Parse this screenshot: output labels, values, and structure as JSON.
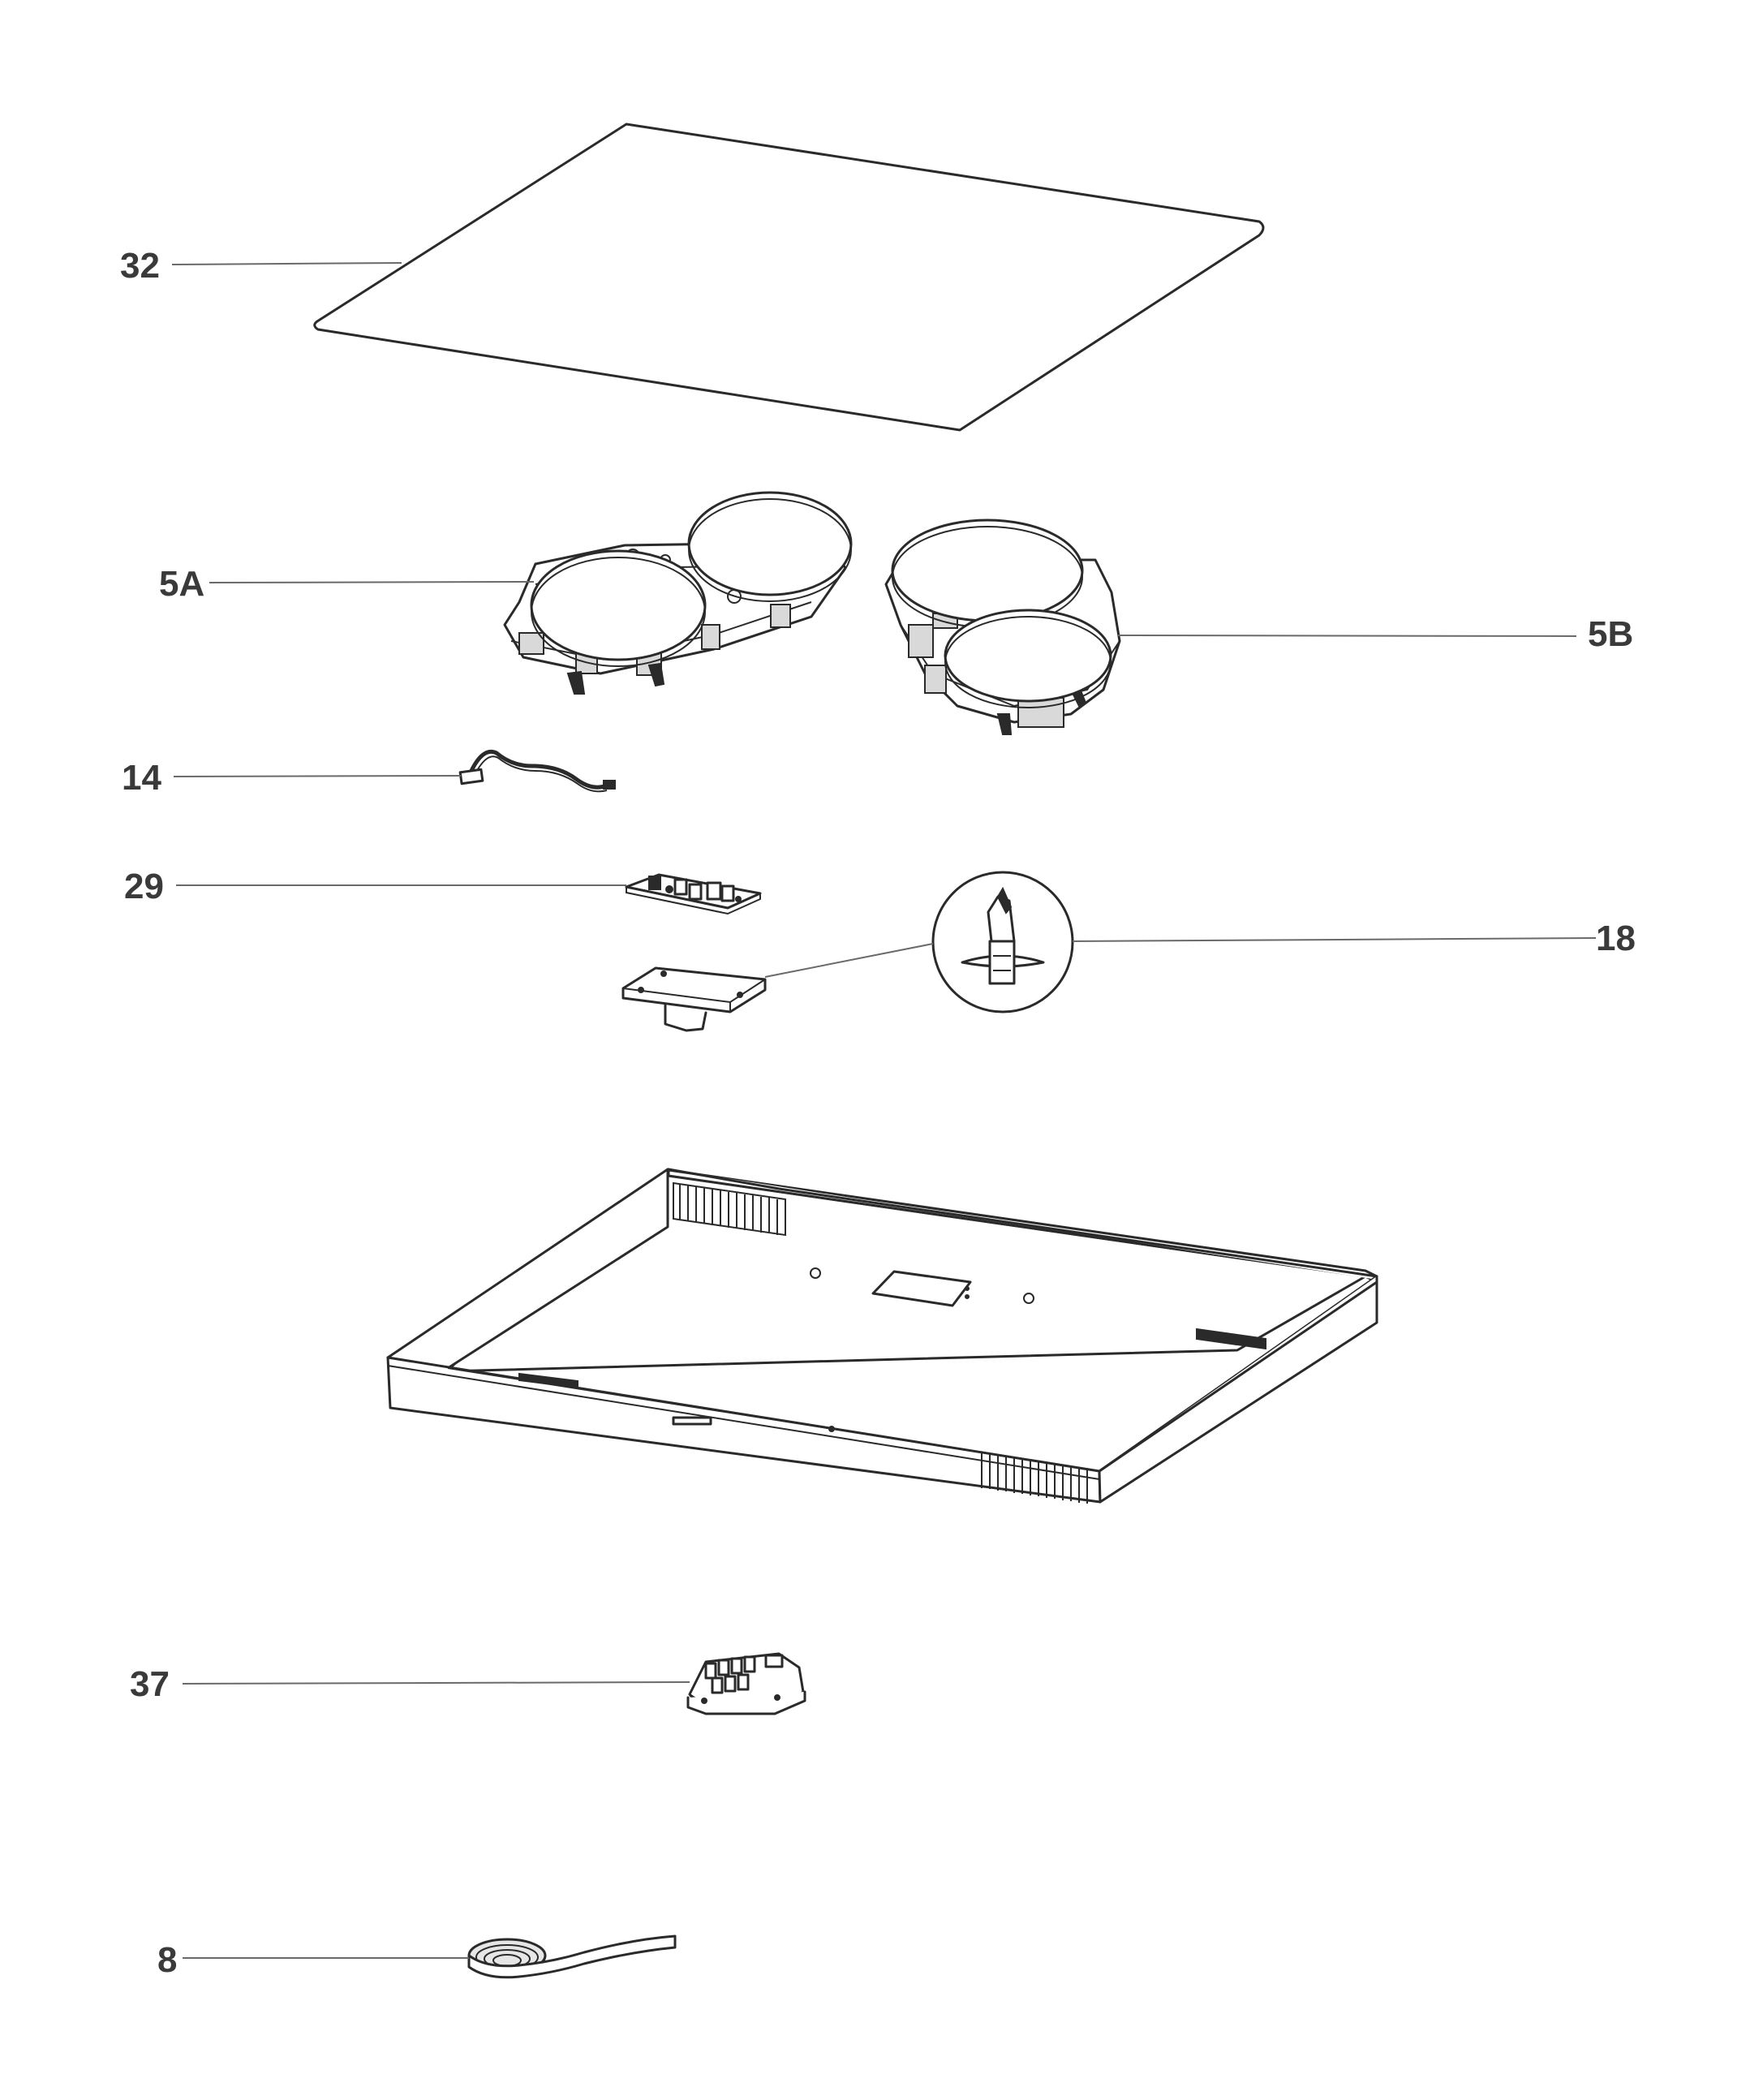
{
  "diagram": {
    "parts": [
      {
        "id": "glass",
        "label": "32"
      },
      {
        "id": "hob-module-a",
        "label": "5A"
      },
      {
        "id": "hob-module-b",
        "label": "5B"
      },
      {
        "id": "cable",
        "label": "14"
      },
      {
        "id": "control-board",
        "label": "29"
      },
      {
        "id": "clip-detail",
        "label": "18"
      },
      {
        "id": "terminal-block",
        "label": "37"
      },
      {
        "id": "seal-tape",
        "label": "8"
      }
    ]
  }
}
